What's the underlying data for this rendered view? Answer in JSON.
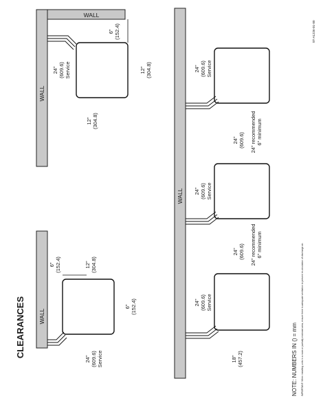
{
  "page_title": "CLEARANCES",
  "note": "NOTE: NUMBERS IN () = mm",
  "important": "IMPORTANT: When installing units in a room or partially enclosed area, ensure there is adequate ventilation to prevent re-circulation of discharge air.",
  "drawing_number": "ST-A1226-01-00",
  "top_left": {
    "wall_horizontal": "WALL",
    "wall_vertical": "WALL",
    "side_6": "6\"",
    "side_6_mm": "(152.4)",
    "front_12": "12\"",
    "front_12_mm": "(304.8)",
    "back_12": "12\"",
    "back_12_mm": "(304.8)",
    "service_24": "24\"",
    "service_24_mm": "(609.6)",
    "service_word": "Service"
  },
  "bottom_left": {
    "wall_vertical": "WALL",
    "side_6": "6\"",
    "side_6_mm": "(152.4)",
    "front_12": "12\"",
    "front_12_mm": "(304.8)",
    "back_6": "6\"",
    "back_6_mm": "(152.4)",
    "service_24": "24\"",
    "service_24_mm": "(609.6)",
    "service_word": "Service"
  },
  "right": {
    "wall": "WALL",
    "service_24": "24\"",
    "service_24_mm": "(609.6)",
    "service_word": "Service",
    "between_24": "24\"",
    "between_24_mm": "(609.6)",
    "between_recommended": "24\" recommended",
    "between_minimum": "6\" minimum",
    "end_18": "18\"",
    "end_18_mm": "(457.2)"
  }
}
